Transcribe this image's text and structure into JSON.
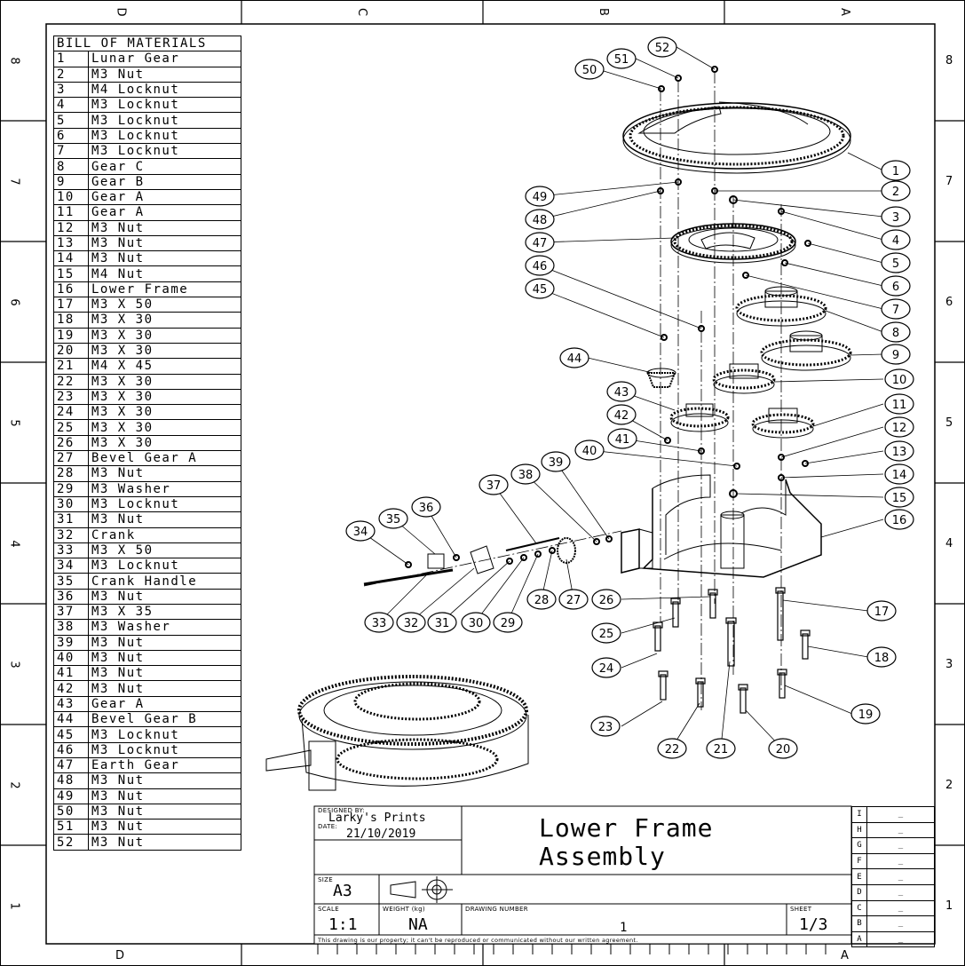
{
  "zones": {
    "top": [
      "D",
      "C",
      "B",
      "A"
    ],
    "bottom": [
      "D",
      "A"
    ],
    "left": [
      "8",
      "7",
      "6",
      "5",
      "4",
      "3",
      "2",
      "1"
    ],
    "right": [
      "8",
      "7",
      "6",
      "5",
      "4",
      "3",
      "2",
      "1"
    ]
  },
  "bom": {
    "header": "BILL OF MATERIALS",
    "items": [
      {
        "n": "1",
        "name": "Lunar Gear"
      },
      {
        "n": "2",
        "name": "M3 Nut"
      },
      {
        "n": "3",
        "name": "M4 Locknut"
      },
      {
        "n": "4",
        "name": "M3 Locknut"
      },
      {
        "n": "5",
        "name": "M3 Locknut"
      },
      {
        "n": "6",
        "name": "M3 Locknut"
      },
      {
        "n": "7",
        "name": "M3 Locknut"
      },
      {
        "n": "8",
        "name": "Gear C"
      },
      {
        "n": "9",
        "name": "Gear B"
      },
      {
        "n": "10",
        "name": "Gear A"
      },
      {
        "n": "11",
        "name": "Gear A"
      },
      {
        "n": "12",
        "name": "M3 Nut"
      },
      {
        "n": "13",
        "name": "M3 Nut"
      },
      {
        "n": "14",
        "name": "M3 Nut"
      },
      {
        "n": "15",
        "name": "M4 Nut"
      },
      {
        "n": "16",
        "name": "Lower Frame"
      },
      {
        "n": "17",
        "name": "M3 X 50"
      },
      {
        "n": "18",
        "name": "M3 X 30"
      },
      {
        "n": "19",
        "name": "M3 X 30"
      },
      {
        "n": "20",
        "name": "M3 X 30"
      },
      {
        "n": "21",
        "name": "M4 X 45"
      },
      {
        "n": "22",
        "name": "M3 X 30"
      },
      {
        "n": "23",
        "name": "M3 X 30"
      },
      {
        "n": "24",
        "name": "M3 X 30"
      },
      {
        "n": "25",
        "name": "M3 X 30"
      },
      {
        "n": "26",
        "name": "M3 X 30"
      },
      {
        "n": "27",
        "name": "Bevel Gear A"
      },
      {
        "n": "28",
        "name": "M3 Nut"
      },
      {
        "n": "29",
        "name": "M3 Washer"
      },
      {
        "n": "30",
        "name": "M3 Locknut"
      },
      {
        "n": "31",
        "name": "M3 Nut"
      },
      {
        "n": "32",
        "name": "Crank"
      },
      {
        "n": "33",
        "name": "M3 X 50"
      },
      {
        "n": "34",
        "name": "M3 Locknut"
      },
      {
        "n": "35",
        "name": "Crank Handle"
      },
      {
        "n": "36",
        "name": "M3 Nut"
      },
      {
        "n": "37",
        "name": "M3 X 35"
      },
      {
        "n": "38",
        "name": "M3 Washer"
      },
      {
        "n": "39",
        "name": "M3 Nut"
      },
      {
        "n": "40",
        "name": "M3 Nut"
      },
      {
        "n": "41",
        "name": "M3 Nut"
      },
      {
        "n": "42",
        "name": "M3 Nut"
      },
      {
        "n": "43",
        "name": "Gear A"
      },
      {
        "n": "44",
        "name": "Bevel Gear B"
      },
      {
        "n": "45",
        "name": "M3 Locknut"
      },
      {
        "n": "46",
        "name": "M3 Locknut"
      },
      {
        "n": "47",
        "name": "Earth Gear"
      },
      {
        "n": "48",
        "name": "M3 Nut"
      },
      {
        "n": "49",
        "name": "M3 Nut"
      },
      {
        "n": "50",
        "name": "M3 Nut"
      },
      {
        "n": "51",
        "name": "M3 Nut"
      },
      {
        "n": "52",
        "name": "M3 Nut"
      }
    ]
  },
  "title_block": {
    "designed_by_label": "DESIGNED BY:",
    "designer": "Larky's Prints",
    "date_label": "DATE:",
    "date": "21/10/2019",
    "title_line1": "Lower Frame",
    "title_line2": "Assembly",
    "size_label": "SIZE",
    "size": "A3",
    "scale_label": "SCALE",
    "scale": "1:1",
    "weight_label": "WEIGHT (kg)",
    "weight": "NA",
    "drawing_number_label": "DRAWING NUMBER",
    "drawing_number": "1",
    "sheet_label": "SHEET",
    "sheet": "1/3",
    "notice": "This drawing is our property; it can't be reproduced or communicated without our written agreement.",
    "revisions": [
      {
        "k": "I",
        "v": "_"
      },
      {
        "k": "H",
        "v": "_"
      },
      {
        "k": "G",
        "v": "_"
      },
      {
        "k": "F",
        "v": "_"
      },
      {
        "k": "E",
        "v": "_"
      },
      {
        "k": "D",
        "v": "_"
      },
      {
        "k": "C",
        "v": "_"
      },
      {
        "k": "B",
        "v": "_"
      },
      {
        "k": "A",
        "v": "_"
      }
    ]
  },
  "balloons": [
    "1",
    "2",
    "3",
    "4",
    "5",
    "6",
    "7",
    "8",
    "9",
    "10",
    "11",
    "12",
    "13",
    "14",
    "15",
    "16",
    "17",
    "18",
    "19",
    "20",
    "21",
    "22",
    "23",
    "24",
    "25",
    "26",
    "27",
    "28",
    "29",
    "30",
    "31",
    "32",
    "33",
    "34",
    "35",
    "36",
    "37",
    "38",
    "39",
    "40",
    "41",
    "42",
    "43",
    "44",
    "45",
    "46",
    "47",
    "48",
    "49",
    "50",
    "51",
    "52"
  ]
}
